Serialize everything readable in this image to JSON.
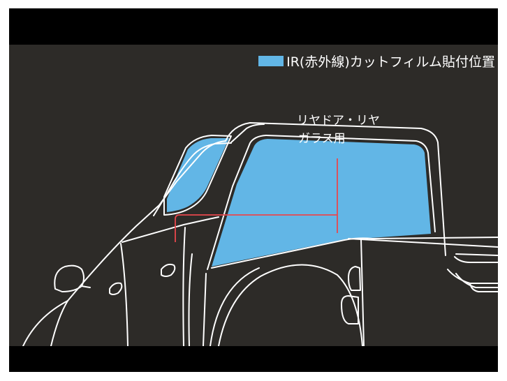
{
  "legend": {
    "label": "IR(赤外線)カットフィルム貼付位置",
    "swatch_color": "#62b6e6"
  },
  "callout": {
    "line1": "リヤドア・リヤ",
    "line2": "ガラス用",
    "leader_color": "#e8474c"
  },
  "colors": {
    "background": "#2d2b28",
    "frame": "#000000",
    "outline": "#ffffff",
    "glass": "#62b6e6"
  },
  "illustration": "pickup-truck-rear-line-art"
}
